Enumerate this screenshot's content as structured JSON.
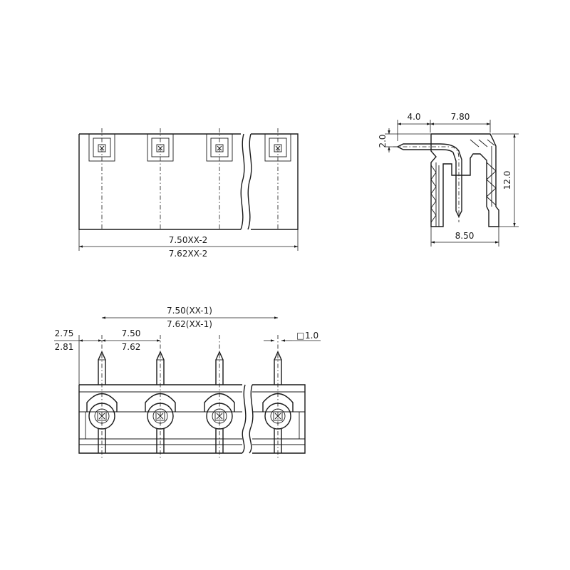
{
  "top_view": {
    "pitch_a": "7.50XX-2",
    "pitch_b": "7.62XX-2"
  },
  "side_view": {
    "dim_top_offset": "4.0",
    "dim_top_width": "7.80",
    "dim_pin_height": "2.0",
    "dim_height": "12.0",
    "dim_bottom_width": "8.50"
  },
  "front_view": {
    "span_a": "7.50(XX-1)",
    "span_b": "7.62(XX-1)",
    "edge_a": "2.75",
    "edge_b": "2.81",
    "pitch_a": "7.50",
    "pitch_b": "7.62",
    "pin_square": "1.0",
    "pin_square_symbol": "□"
  }
}
